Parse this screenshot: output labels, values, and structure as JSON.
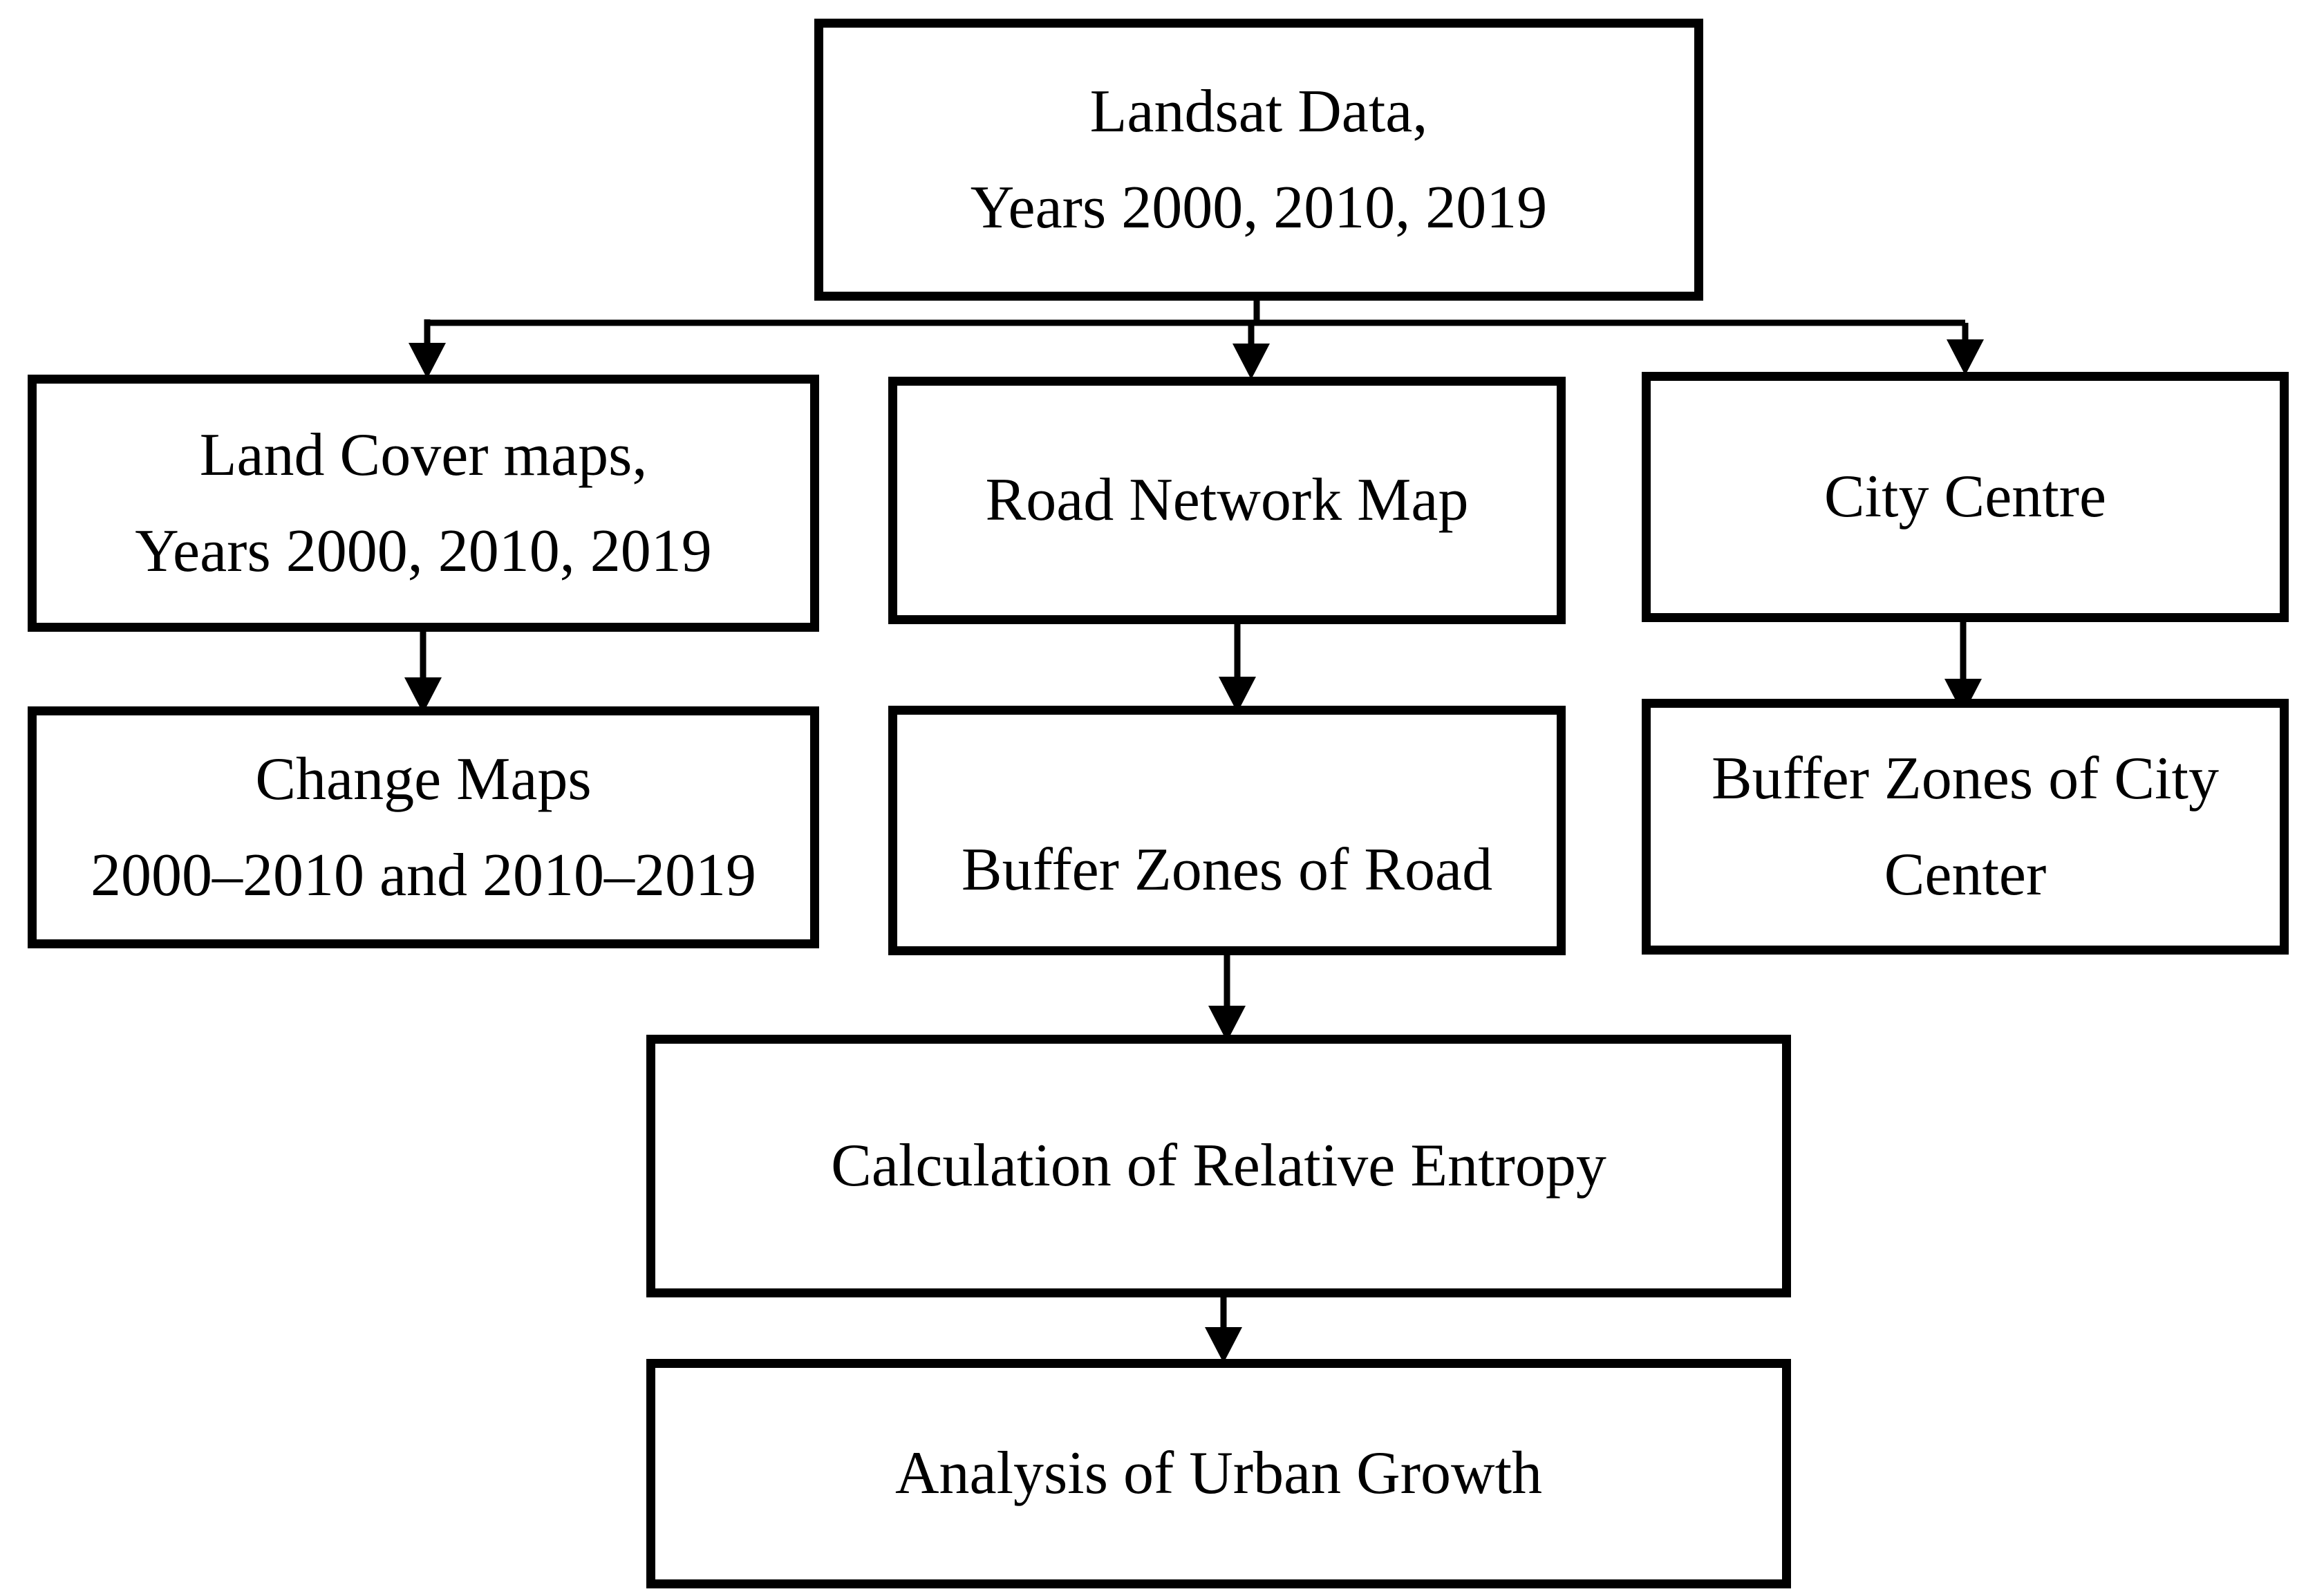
{
  "diagram": {
    "type": "flowchart",
    "colors": {
      "background": "#ffffff",
      "box_fill": "#ffffff",
      "box_border": "#000000",
      "text": "#000000",
      "arrow": "#000000"
    },
    "nodes": {
      "landsat": {
        "id": "landsat-data",
        "lines": [
          "Landsat Data,",
          "Years 2000, 2010, 2019"
        ]
      },
      "land_cover": {
        "id": "land-cover-maps",
        "lines": [
          "Land Cover maps,",
          "Years 2000, 2010, 2019"
        ]
      },
      "road_network": {
        "id": "road-network-map",
        "lines": [
          "Road Network Map"
        ]
      },
      "city_centre": {
        "id": "city-centre",
        "lines": [
          "City Centre"
        ]
      },
      "change_maps": {
        "id": "change-maps",
        "lines": [
          "Change Maps",
          "2000–2010 and 2010–2019"
        ]
      },
      "buffer_road": {
        "id": "buffer-zones-of-road",
        "lines": [
          "Buffer Zones of Road"
        ]
      },
      "buffer_city": {
        "id": "buffer-zones-of-city-center",
        "lines": [
          "Buffer Zones of City",
          "Center"
        ]
      },
      "calculation": {
        "id": "calculation-of-relative-entropy",
        "lines": [
          "Calculation of Relative Entropy"
        ]
      },
      "analysis": {
        "id": "analysis-of-urban-growth",
        "lines": [
          "Analysis of Urban Growth"
        ]
      }
    },
    "edges": [
      {
        "from": "landsat-data",
        "to": "land-cover-maps"
      },
      {
        "from": "landsat-data",
        "to": "road-network-map"
      },
      {
        "from": "landsat-data",
        "to": "city-centre"
      },
      {
        "from": "land-cover-maps",
        "to": "change-maps"
      },
      {
        "from": "road-network-map",
        "to": "buffer-zones-of-road"
      },
      {
        "from": "city-centre",
        "to": "buffer-zones-of-city-center"
      },
      {
        "from": "buffer-zones-of-road",
        "to": "calculation-of-relative-entropy"
      },
      {
        "from": "calculation-of-relative-entropy",
        "to": "analysis-of-urban-growth"
      }
    ]
  }
}
